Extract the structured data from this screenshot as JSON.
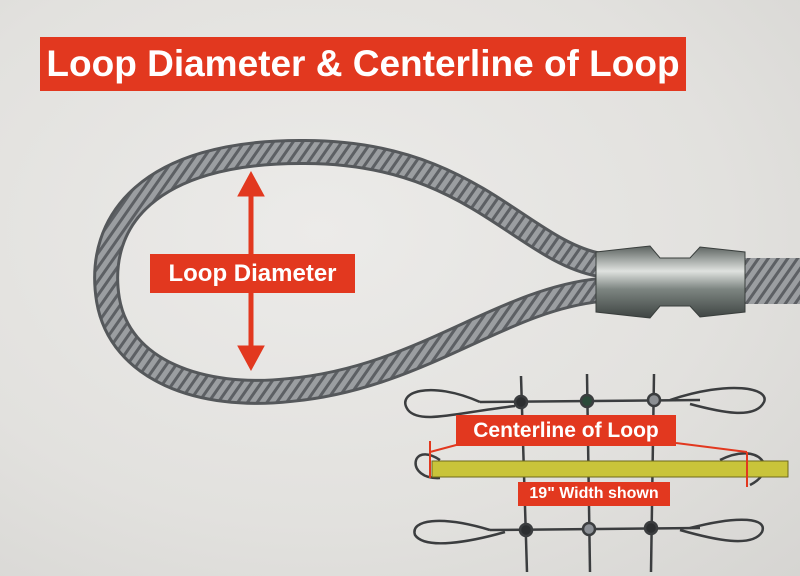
{
  "title": "Loop Diameter & Centerline of Loop",
  "labels": {
    "loop_diameter": "Loop Diameter",
    "centerline": "Centerline of Loop",
    "width_shown": "19\" Width shown"
  },
  "colors": {
    "accent": "#e2381f",
    "cable": "#8a8d90",
    "tape": "#c9c43a"
  }
}
